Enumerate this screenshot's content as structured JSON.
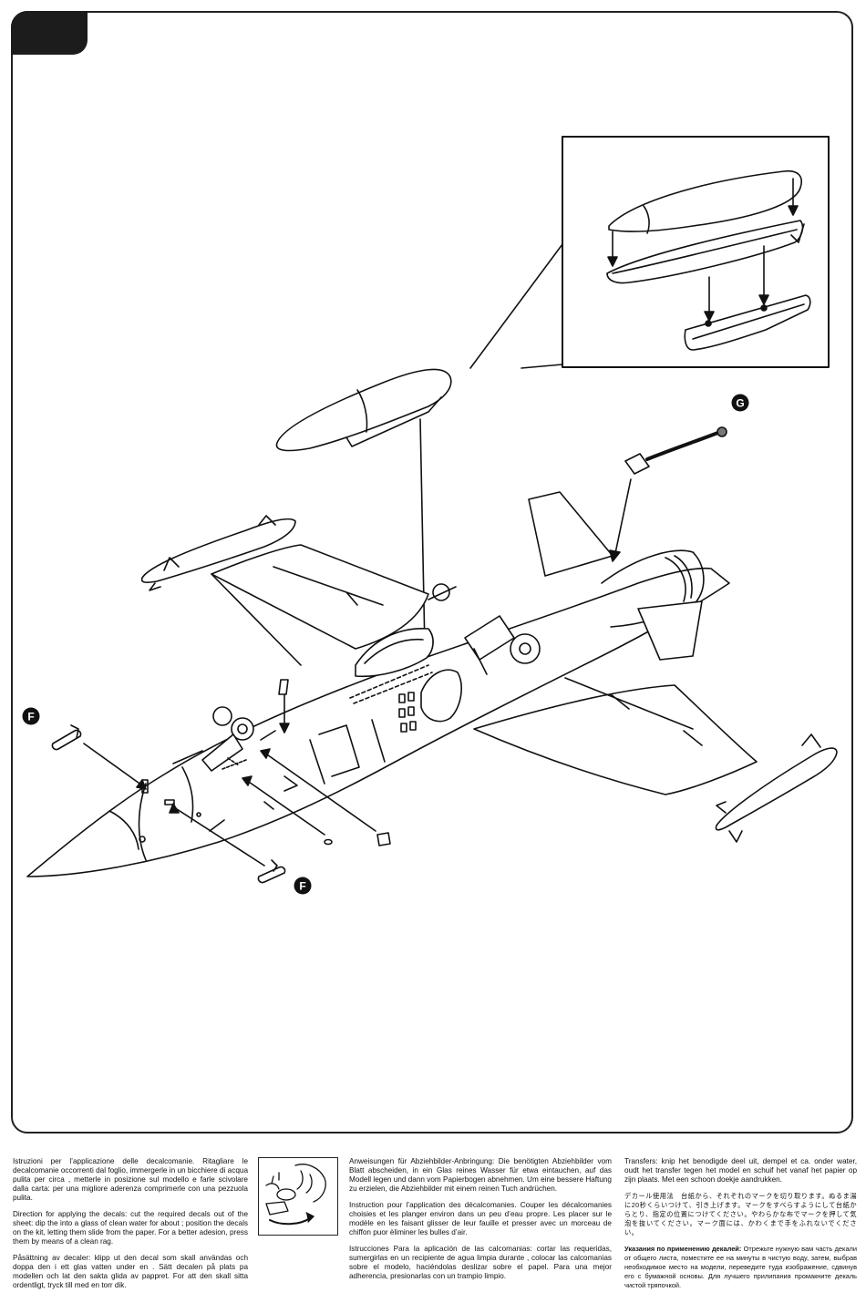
{
  "callouts": {
    "g": "G",
    "f_top": "F",
    "f_bottom": "F"
  },
  "instructions": {
    "it": "Istruzioni per l’applicazione delle decalcomanie. Ritagliare le decalcomanie occorrenti dal foglio, immergerle in un bicchiere di acqua pulita per circa       , metterle in posizione sul modello e farle scivolare dalla carta: per una migliore aderenza comprimerle con una pezzuola pulita.",
    "en": "Direction for applying the decals: cut the required decals out of the sheet: dip the into a glass of clean water for about       ; position the decals on the kit, letting them slide from the paper. For a better adesion, press them by means of a clean rag.",
    "sv": "Påsättning av decaler: klipp ut den decal som skall användas och doppa den i ett glas vatten under en       . Sätt decalen på plats pa modellen och lat den sakta glida av pappret. For att den skall sitta ordentligt, tryck till med en torr dik.",
    "de": "Anweisungen für Abziehbilder-Anbringung: Die benötigten Abziehbilder vom Blatt abscheiden, in ein Glas reines Wasser für etwa       eintauchen, auf das Modell legen und dann vom Papierbogen abnehmen. Um eine bessere Haftung zu erzielen, die Abziehbilder mit einem reinen Tuch andrüchen.",
    "fr": "Instruction pour l’application des décalcomanies. Couper les décalcomanies choisies et les planger environ       dans un peu d’eau propre. Les placer sur le modèle en les faisant glisser de leur fauille et presser avec un morceau de chiffon puor èliminer les bulles d’air.",
    "es": "Istrucciones Para la aplicación de las calcomanias: cortar las requeridas, sumergirlas en un recipiente de agua limpia durante       , colocar las calcomanias sobre el modelo, haciéndolas deslizar sobre el papel. Para una mejor adherencia, presionarlas con un trampio limpio.",
    "nl": "Transfers: knip het benodigde deel uit, dempel et ca.       onder water, oudt het transfer tegen het model en schuif het vanaf het papier op zijn plaats. Met een schoon doekje aandrukken.",
    "ja": "デカール使用法　台紙から、それぞれのマークを切り取ります。ぬるま湯に20秒くらいつけて、引き上げます。マークをすべらすようにして台紙からとり、指定の位置につけてください。やわらかな布でマークを押して気泡を抜いてください。マーク面には、かわくまで手をふれないでください。",
    "ru_title": "Указания по применению декалей:",
    "ru_body": "Отрежьте нужную вам часть декали от общего листа, поместите ее на       минуты в чистую воду, затем, выбрав необходимое место на модели, переведите туда изображение, сдвинув его с бумажной основы. Для лучшего прилипания промакните декаль чистой тряпочкой."
  }
}
